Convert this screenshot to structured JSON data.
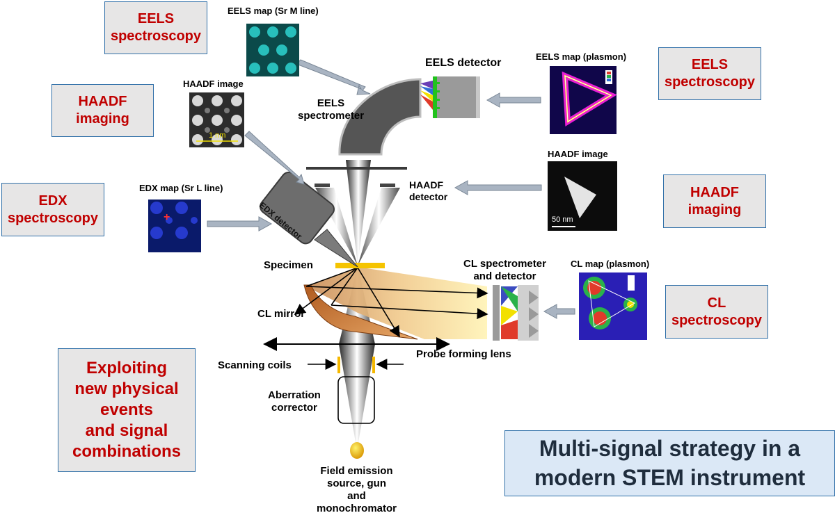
{
  "title": "Multi-signal strategy in a\nmodern STEM instrument",
  "boxes": {
    "eels_left": "EELS\nspectroscopy",
    "haadf_left": "HAADF\nimaging",
    "edx_left": "EDX\nspectroscopy",
    "exploit": "Exploiting\nnew physical\nevents\nand signal\ncombinations",
    "eels_right": "EELS\nspectroscopy",
    "haadf_right": "HAADF\nimaging",
    "cl_right": "CL\nspectroscopy"
  },
  "images": {
    "eels_sr": "EELS map (Sr M line)",
    "haadf_atomic": "HAADF image",
    "haadf_atomic_scale": "1 nm",
    "edx_sr": "EDX map (Sr L line)",
    "eels_plasmon": "EELS map (plasmon)",
    "haadf_triangle": "HAADF image",
    "haadf_triangle_scale": "50 nm",
    "cl_plasmon": "CL map (plasmon)"
  },
  "labels": {
    "eels_detector": "EELS detector",
    "eels_spectrometer": "EELS\nspectrometer",
    "haadf_detector": "HAADF\ndetector",
    "edx_detector": "EDX detector",
    "specimen": "Specimen",
    "cl_spectrometer": "CL spectrometer\nand detector",
    "cl_mirror": "CL mirror",
    "probe_lens": "Probe forming lens",
    "scanning_coils": "Scanning coils",
    "aberration": "Aberration\ncorrector",
    "source": "Field emission\nsource, gun\nand\nmonochromator"
  },
  "colors": {
    "box_text": "#c00000",
    "box_fill": "#e7e6e6",
    "box_border": "#2f6fa8",
    "arrow_fill": "#a9b4c2",
    "specimen": "#ffd400",
    "coil": "#f5b800"
  }
}
